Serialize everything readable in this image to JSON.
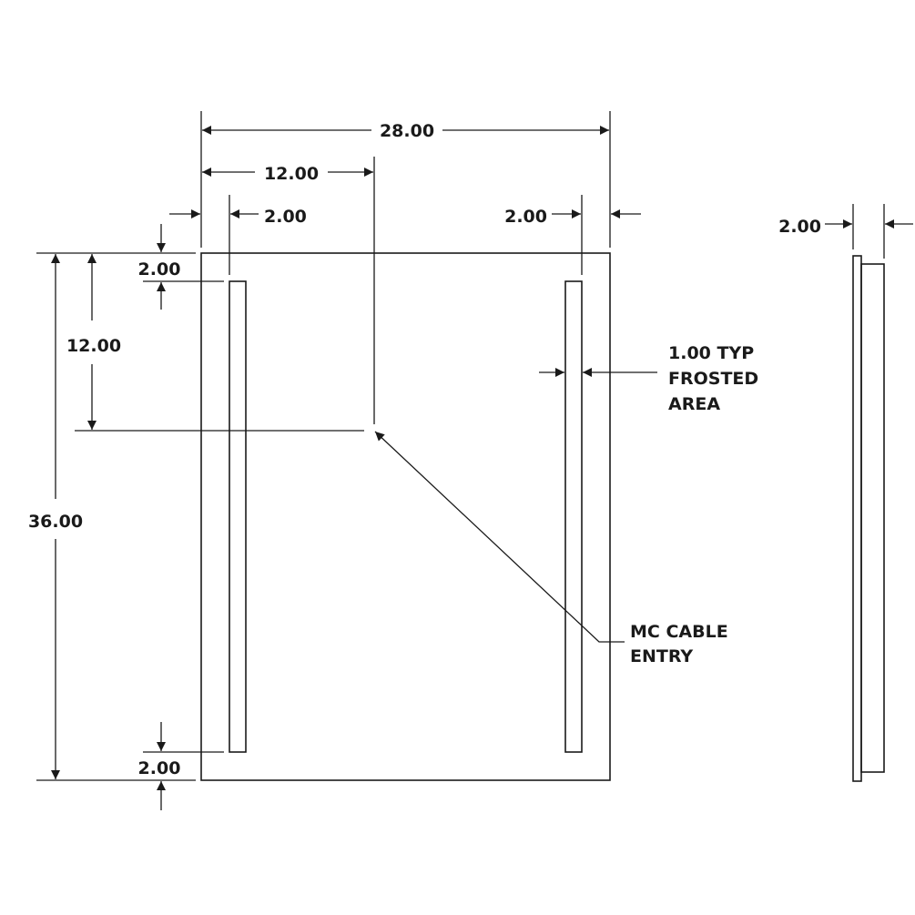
{
  "dimensions": {
    "overall_width": "28.00",
    "cable_offset_x": "12.00",
    "left_margin": "2.00",
    "right_margin": "2.00",
    "depth": "2.00",
    "top_margin": "2.00",
    "cable_offset_y": "12.00",
    "overall_height": "36.00",
    "bottom_margin": "2.00"
  },
  "notes": {
    "frosted_line1": "1.00 TYP",
    "frosted_line2": "FROSTED",
    "frosted_line3": "AREA",
    "cable_line1": "MC CABLE",
    "cable_line2": "ENTRY"
  }
}
